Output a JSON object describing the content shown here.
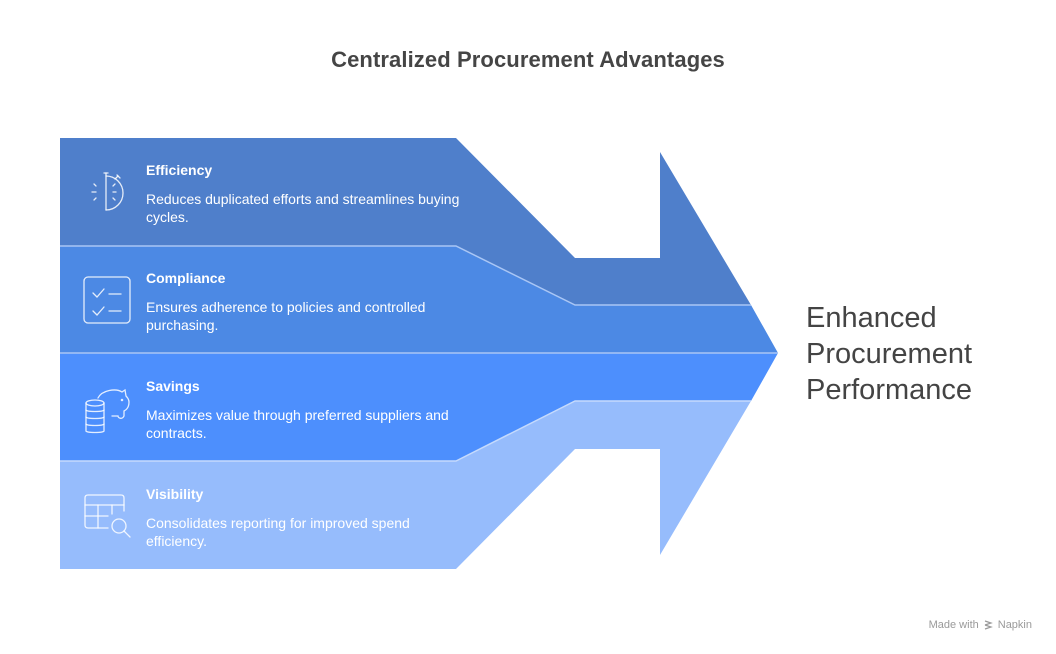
{
  "title": "Centralized Procurement Advantages",
  "items": [
    {
      "title": "Efficiency",
      "description": "Reduces duplicated efforts and streamlines buying cycles.",
      "icon": "stopwatch-icon",
      "color": "#4F7FCB"
    },
    {
      "title": "Compliance",
      "description": "Ensures adherence to policies and controlled purchasing.",
      "icon": "checklist-icon",
      "color": "#4C89E4"
    },
    {
      "title": "Savings",
      "description": "Maximizes value through preferred suppliers and contracts.",
      "icon": "piggy-bank-icon",
      "color": "#4D8FFD"
    },
    {
      "title": "Visibility",
      "description": "Consolidates reporting for improved spend efficiency.",
      "icon": "table-search-icon",
      "color": "#96BCFC"
    }
  ],
  "outcome": {
    "line1": "Enhanced",
    "line2": "Procurement",
    "line3": "Performance"
  },
  "footer": {
    "prefix": "Made with",
    "brand": "Napkin"
  },
  "colors": {
    "separator": "#A9C6F5",
    "title": "#454545",
    "outcome": "#444444"
  }
}
